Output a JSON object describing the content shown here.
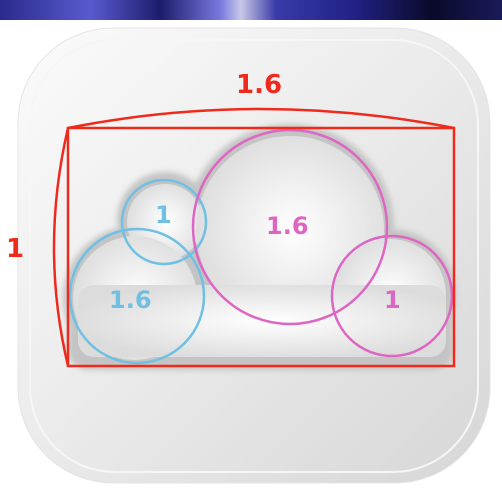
{
  "labels": {
    "top_width": "1.6",
    "left_height": "1",
    "blue_small": "1",
    "blue_large": "1.6",
    "pink_large": "1.6",
    "pink_small": "1"
  },
  "colors": {
    "proportion_lines": "#ee2a1c",
    "blue_circles": "#6fc0e2",
    "pink_circles": "#dd66c2",
    "cloud_shadow": "#c4c4c4"
  },
  "icons": {
    "app_icon": "icloud-icon",
    "cloud": "cloud-icon"
  }
}
